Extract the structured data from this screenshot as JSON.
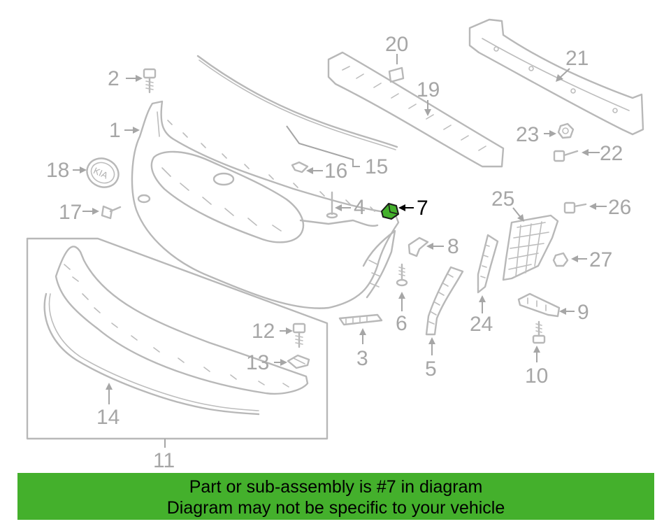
{
  "diagram": {
    "highlight_color": "#44b02c",
    "labels": [
      "1",
      "2",
      "3",
      "4",
      "5",
      "6",
      "7",
      "8",
      "9",
      "10",
      "11",
      "12",
      "13",
      "14",
      "15",
      "16",
      "17",
      "18",
      "19",
      "20",
      "21",
      "22",
      "23",
      "24",
      "25",
      "26",
      "27"
    ],
    "highlighted_part": "7"
  },
  "banner": {
    "color": "#44b02c",
    "line1": "Part or sub-assembly is #7 in diagram",
    "line2": "Diagram may not be specific to your vehicle"
  }
}
